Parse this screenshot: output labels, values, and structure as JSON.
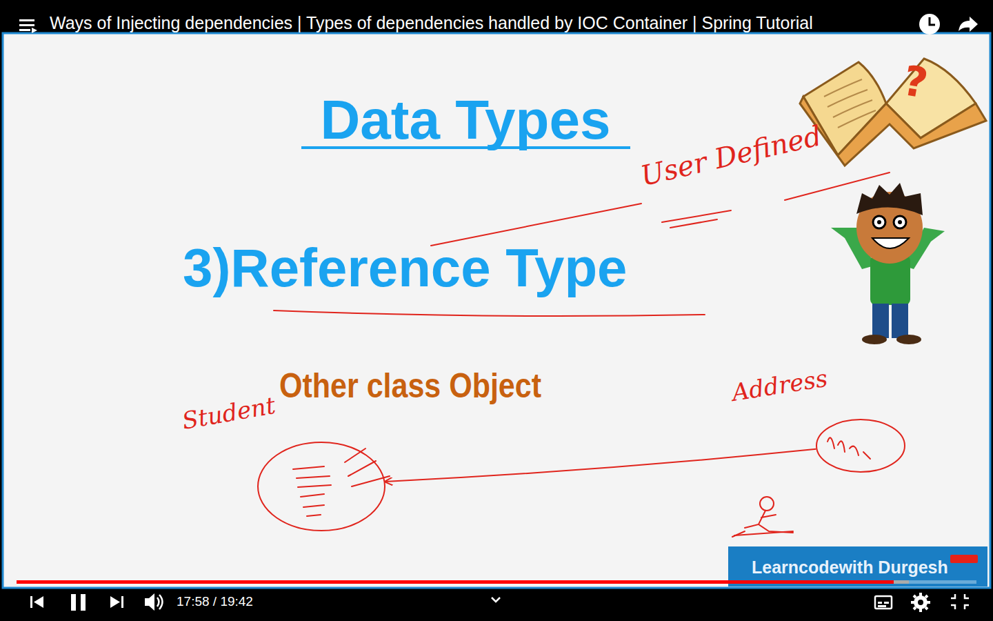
{
  "diagram": {
    "title": "Data Types",
    "nodes": [
      {
        "text": [
          "Student"
        ]
      },
      {
        "text": [
          "Address"
        ]
      }
    ],
    "edges": [
      {
        "from": 1,
        "to": 0,
        "arrow": "to"
      }
    ],
    "labels": [
      "Ways of Injecting dependencies | Types of dependencies handled by IOC Container | Spring Tutorial",
      "3)Reference Type",
      "User Defined",
      "Other class Object",
      "Learncodewith Durgesh",
      "17:58 / 19:42"
    ]
  }
}
